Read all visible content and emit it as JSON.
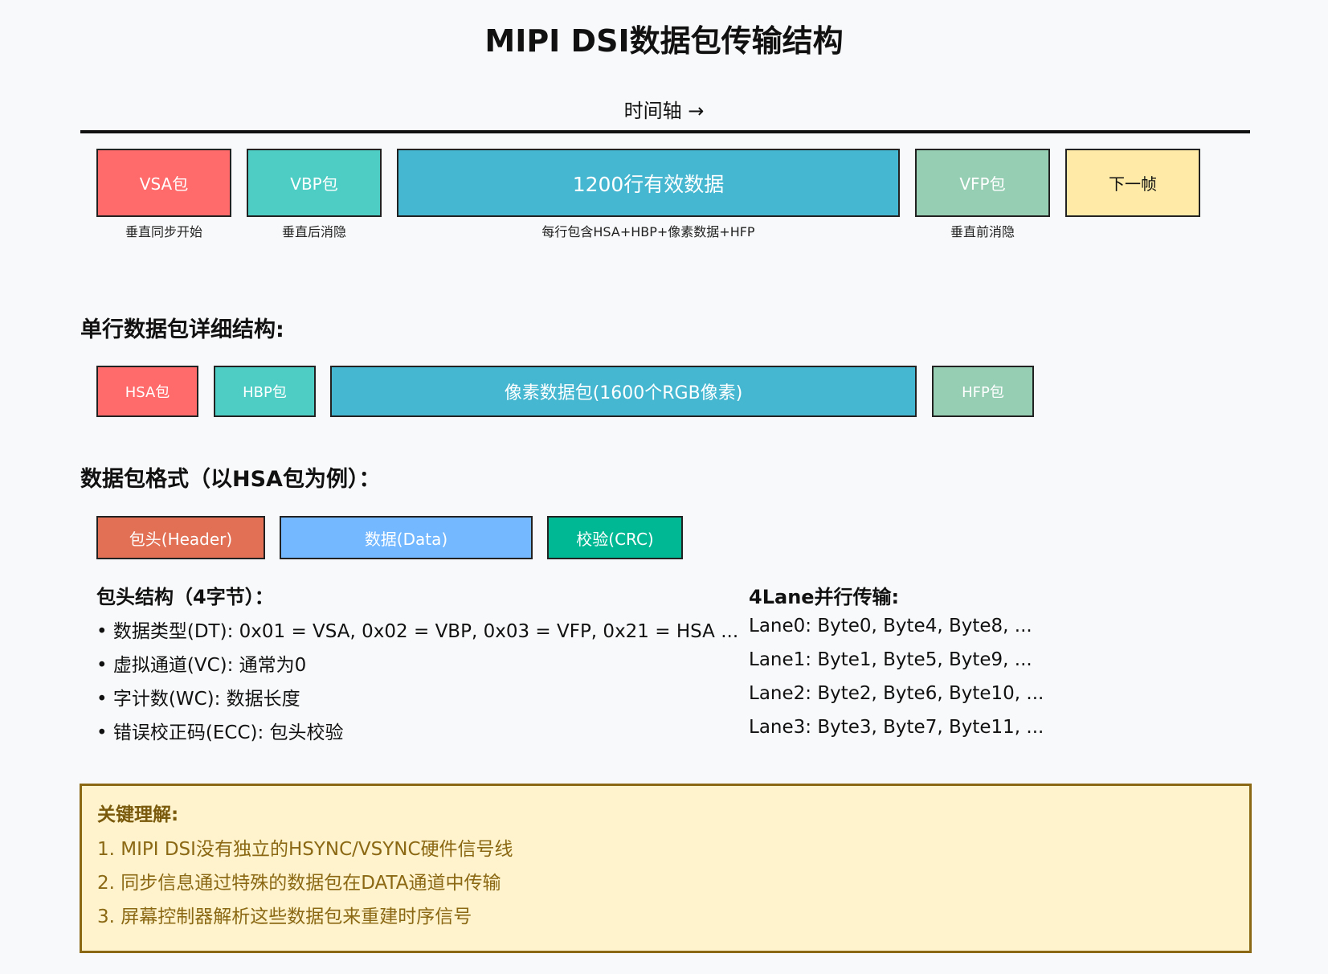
{
  "title": "MIPI DSI数据包传输结构",
  "timeline_label": "时间轴 →",
  "frame_packets": [
    {
      "label": "VSA包",
      "caption": "垂直同步开始",
      "color": "#ff6b6b"
    },
    {
      "label": "VBP包",
      "caption": "垂直后消隐",
      "color": "#4ecdc4"
    },
    {
      "label": "1200行有效数据",
      "caption": "每行包含HSA+HBP+像素数据+HFP",
      "color": "#45b7d1"
    },
    {
      "label": "VFP包",
      "caption": "垂直前消隐",
      "color": "#96ceb4"
    },
    {
      "label": "下一帧",
      "caption": "",
      "color": "#ffeaa7"
    }
  ],
  "line_section_title": "单行数据包详细结构:",
  "line_packets": [
    {
      "label": "HSA包",
      "color": "#ff6b6b"
    },
    {
      "label": "HBP包",
      "color": "#4ecdc4"
    },
    {
      "label": "像素数据包(1600个RGB像素)",
      "color": "#45b7d1"
    },
    {
      "label": "HFP包",
      "color": "#96ceb4"
    }
  ],
  "format_section_title": "数据包格式（以HSA包为例）：",
  "format_parts": [
    {
      "label": "包头(Header)",
      "color": "#e17055"
    },
    {
      "label": "数据(Data)",
      "color": "#74b9ff"
    },
    {
      "label": "校验(CRC)",
      "color": "#00b894"
    }
  ],
  "header_structure": {
    "title": "包头结构（4字节）：",
    "items": [
      "• 数据类型(DT): 0x01 = VSA, 0x02 = VBP, 0x03 = VFP, 0x21 = HSA ...",
      "• 虚拟通道(VC): 通常为0",
      "• 字计数(WC): 数据长度",
      "• 错误校正码(ECC): 包头校验"
    ]
  },
  "lane_transfer": {
    "title": "4Lane并行传输:",
    "items": [
      "Lane0: Byte0, Byte4, Byte8, ...",
      "Lane1: Byte1, Byte5, Byte9, ...",
      "Lane2: Byte2, Byte6, Byte10, ...",
      "Lane3: Byte3, Byte7, Byte11, ..."
    ]
  },
  "key_understanding": {
    "title": "关键理解:",
    "items": [
      "1. MIPI DSI没有独立的HSYNC/VSYNC硬件信号线",
      "2. 同步信息通过特殊的数据包在DATA通道中传输",
      "3. 屏幕控制器解析这些数据包来重建时序信号"
    ]
  }
}
